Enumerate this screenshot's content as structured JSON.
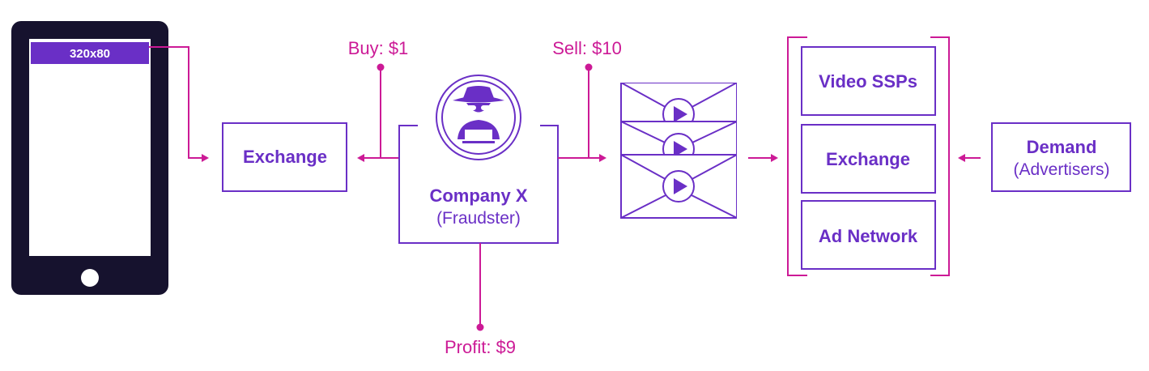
{
  "colors": {
    "purple": "#6a2fc6",
    "magenta": "#cc1a96",
    "phone_dark": "#16122e",
    "white": "#ffffff"
  },
  "phone": {
    "ad_size_label": "320x80"
  },
  "boxes": {
    "exchange_left": {
      "label": "Exchange"
    },
    "fraudster": {
      "name": "Company X",
      "role": "(Fraudster)",
      "icon": "spy-icon"
    },
    "video_ssps": {
      "label": "Video SSPs"
    },
    "exchange_right": {
      "label": "Exchange"
    },
    "ad_network": {
      "label": "Ad Network"
    },
    "demand": {
      "name": "Demand",
      "role": "(Advertisers)"
    }
  },
  "annotations": {
    "buy": "Buy: $1",
    "sell": "Sell: $10",
    "profit": "Profit: $9"
  },
  "icons": {
    "video_stack": [
      "video-envelope-icon",
      "video-envelope-icon",
      "video-envelope-icon"
    ]
  }
}
